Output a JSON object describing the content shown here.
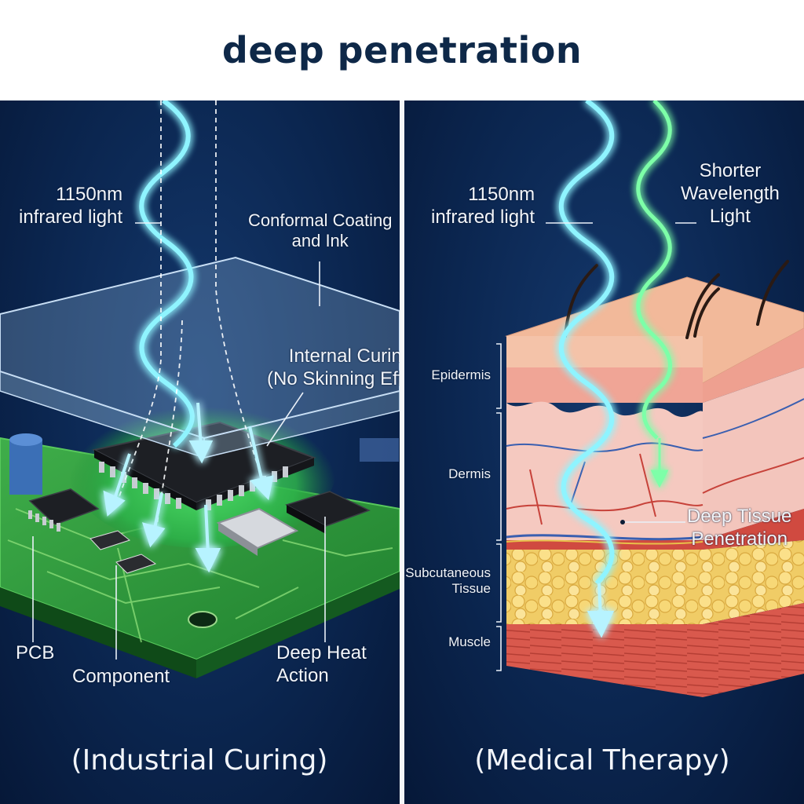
{
  "title": "deep penetration",
  "left": {
    "beam_label": [
      "1150nm",
      "infrared light"
    ],
    "coating_label": [
      "Conformal Coating",
      "and Ink"
    ],
    "curing_label": "Internal Curing",
    "curing_sub": "(No Skinning Effect)",
    "pcb_label": "PCB",
    "component_label": "Component",
    "heat_label": [
      "Deep Heat",
      "Action"
    ],
    "caption": "(Industrial Curing)"
  },
  "right": {
    "beam_label": [
      "1150nm",
      "infrared light"
    ],
    "short_label": [
      "Shorter",
      "Wavelength",
      "Light"
    ],
    "layers": [
      "Epidermis",
      "Dermis",
      "Subcutaneous",
      "Tissue",
      "Muscle"
    ],
    "deep_label": [
      "Deep Tissue",
      "Penetration"
    ],
    "caption": "(Medical Therapy)"
  },
  "colors": {
    "background": "#0b2650",
    "title": "#0e2848",
    "ir_beam": "#8ff4ff",
    "short_beam": "#7dffa8",
    "pcb": "#2d9a3e",
    "coating": "#9fc4e8"
  }
}
